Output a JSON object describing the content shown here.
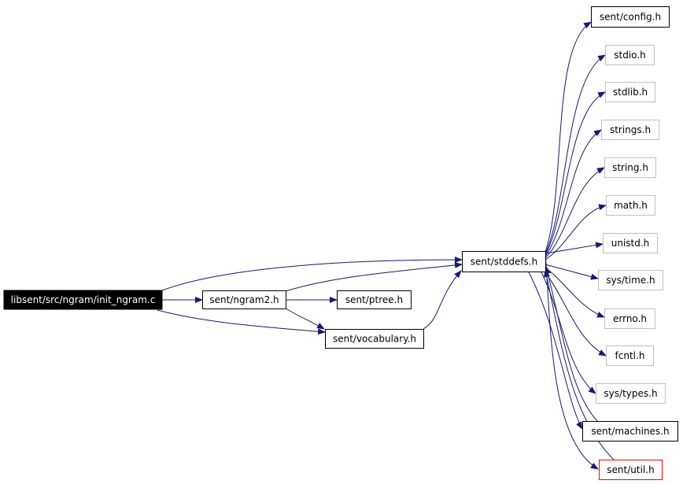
{
  "nodes": {
    "init_ngram_c": "libsent/src/ngram/init_ngram.c",
    "ngram2_h": "sent/ngram2.h",
    "ptree_h": "sent/ptree.h",
    "vocabulary_h": "sent/vocabulary.h",
    "stddefs_h": "sent/stddefs.h",
    "config_h": "sent/config.h",
    "stdio_h": "stdio.h",
    "stdlib_h": "stdlib.h",
    "strings_h": "strings.h",
    "string_h": "string.h",
    "math_h": "math.h",
    "unistd_h": "unistd.h",
    "sys_time_h": "sys/time.h",
    "errno_h": "errno.h",
    "fcntl_h": "fcntl.h",
    "sys_types_h": "sys/types.h",
    "machines_h": "sent/machines.h",
    "util_h": "sent/util.h"
  },
  "colors": {
    "edge": "#191970",
    "root_fill": "#000000",
    "root_text": "#ffffff",
    "node_border": "#000000",
    "external_border": "#bfbfbf",
    "highlight_border": "#ff0000",
    "background": "#ffffff"
  }
}
